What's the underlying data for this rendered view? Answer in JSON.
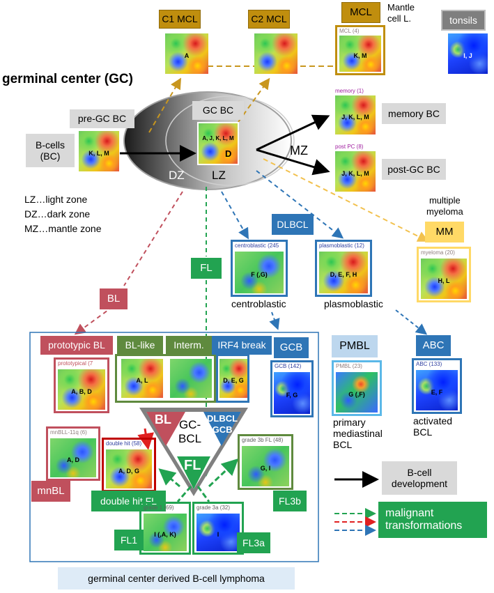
{
  "colors": {
    "mcl": "#c08e0e",
    "bl": "#c0505d",
    "fl": "#22a351",
    "dlbcl": "#2e75b6",
    "olive": "#5f8a3e",
    "pmbl": "#bdd7ee",
    "mm": "#ffd966",
    "gray": "#d9d9d9",
    "arrow_gold": "#c8961e",
    "arrow_red": "#e03030",
    "arrow_blue": "#2e75b6",
    "arrow_green": "#22a351"
  },
  "top": {
    "c1_mcl": "C1 MCL",
    "c2_mcl": "C2 MCL",
    "mcl": "MCL",
    "mantle_line1": "Mantle",
    "mantle_line2": "cell L.",
    "tonsils": "tonsils",
    "map_c1_label": "A",
    "map_mcl_title": "MCL (4)",
    "map_mcl_label": "K, M",
    "map_tonsils_label": "I, J"
  },
  "gc": {
    "title": "germinal center (GC)",
    "pre_gc_bc": "pre-GC BC",
    "pre_gc_map_label": "K, L, M",
    "b_cells_line1": "B-cells",
    "b_cells_line2": "(BC)",
    "gc_bc": "GC BC",
    "gc_map_label": "A, J, K, L, M",
    "gc_map_d": "D",
    "dz": "DZ",
    "lz": "LZ",
    "mz": "MZ",
    "memory_title": "memory (1)",
    "memory_map_label": "J, K, L, M",
    "memory_bc": "memory BC",
    "postpc_title": "post PC (8)",
    "postpc_map_label": "J, K, L, M",
    "post_gc_bc": "post-GC BC"
  },
  "legend_zones": {
    "lz": "LZ…light zone",
    "dz": "DZ…dark zone",
    "mz": "MZ…mantle zone"
  },
  "middle": {
    "multiple_line1": "multiple",
    "multiple_line2": "myeloma",
    "mm": "MM",
    "myeloma_title": "myeloma (20)",
    "myeloma_label": "H, L",
    "dlbcl": "DLBCL",
    "centroblastic_title": "centroblastic (245",
    "centroblastic_label": "F (,G)",
    "centroblastic": "centroblastic",
    "plasmoblastic_title": "plasmoblastic (12)",
    "plasmoblastic_label": "D, E, F, H",
    "plasmoblastic": "plasmoblastic",
    "fl": "FL",
    "bl": "BL"
  },
  "lymphoma": {
    "prototypic_bl": "prototypic BL",
    "prototypical_title": "prototypical (7",
    "prototypical_label": "A, B, D",
    "bl_like": "BL-like",
    "bl_like_label": "A, L",
    "interm": "Interm.",
    "irf4": "IRF4 break",
    "irf4_label": "D, E, G",
    "gcb": "GCB",
    "gcb_title": "GCB (142)",
    "gcb_label": "F, G",
    "tri_bl": "BL",
    "tri_gc_line1": "GC-",
    "tri_gc_line2": "BCL",
    "tri_dlbcl_line1": "DLBCL",
    "tri_dlbcl_line2": "GCB",
    "tri_fl": "FL",
    "mnbll_title": "mnBLL-11q (6)",
    "mnbll_label": "A, D",
    "mnbl": "mnBL",
    "double_hit_title": "double hit (58)",
    "double_hit_label": "A, D, G",
    "double_hit_fl": "double hit FL",
    "grade3b_title": "grade 3b FL (48)",
    "grade3b_label": "G, I",
    "fl3b": "FL3b",
    "grade1_title": "grade 1 (69)",
    "grade1_label": "I (,A, K)",
    "fl1": "FL1",
    "grade3a_title": "grade 3a (32)",
    "grade3a_label": "I",
    "fl3a": "FL3a",
    "caption": "germinal center derived B-cell lymphoma"
  },
  "right": {
    "pmbl": "PMBL",
    "pmbl_title": "PMBL (23)",
    "pmbl_label": "G (,F)",
    "primary_line1": "primary",
    "primary_line2": "mediastinal",
    "primary_line3": "BCL",
    "abc": "ABC",
    "abc_title": "ABC (133)",
    "abc_label": "E, F",
    "activated_line1": "activated",
    "activated_line2": "BCL",
    "legend_bcell_line1": "B-cell",
    "legend_bcell_line2": "development",
    "legend_malig_line1": "malignant",
    "legend_malig_line2": "transformations"
  }
}
